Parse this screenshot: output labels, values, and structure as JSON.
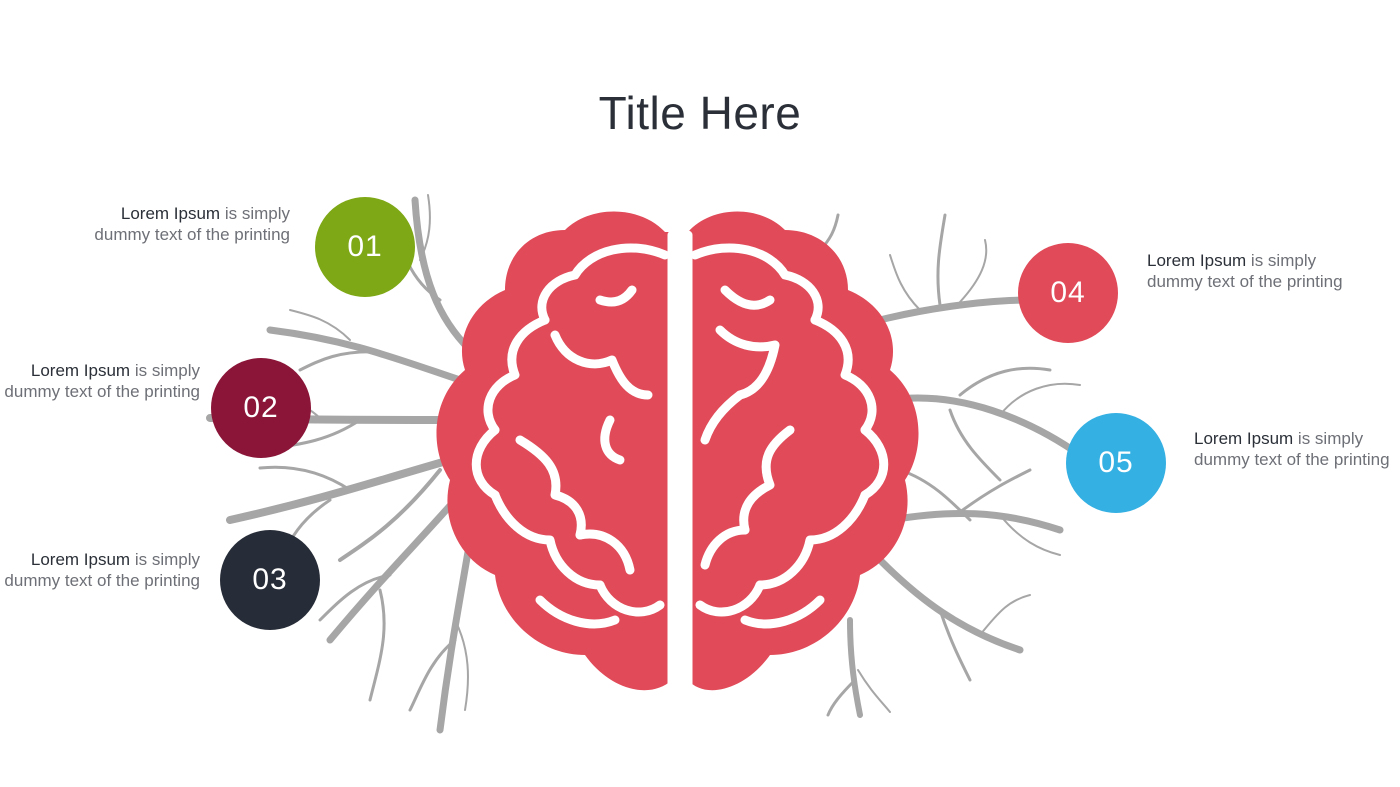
{
  "slide": {
    "title": "Title Here"
  },
  "items": [
    {
      "number": "01",
      "color": "#7ea815",
      "label_bold": "Lorem Ipsum",
      "label_rest": " is simply dummy text of the printing"
    },
    {
      "number": "02",
      "color": "#8a1538",
      "label_bold": "Lorem Ipsum",
      "label_rest": " is simply dummy text of the printing"
    },
    {
      "number": "03",
      "color": "#272d38",
      "label_bold": "Lorem Ipsum",
      "label_rest": " is simply dummy text of the printing"
    },
    {
      "number": "04",
      "color": "#e14a58",
      "label_bold": "Lorem Ipsum",
      "label_rest": " is simply dummy text of the printing"
    },
    {
      "number": "05",
      "color": "#35b0e3",
      "label_bold": "Lorem Ipsum",
      "label_rest": " is simply dummy text of the printing"
    }
  ],
  "colors": {
    "brain": "#e14a58",
    "roots": "#a6a6a6"
  }
}
